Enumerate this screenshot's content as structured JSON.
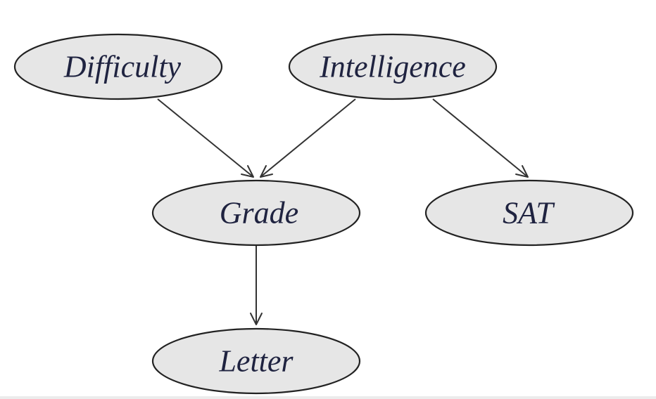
{
  "diagram": {
    "nodes": {
      "difficulty": {
        "label": "Difficulty"
      },
      "intelligence": {
        "label": "Intelligence"
      },
      "grade": {
        "label": "Grade"
      },
      "sat": {
        "label": "SAT"
      },
      "letter": {
        "label": "Letter"
      }
    },
    "edges": [
      {
        "from": "Difficulty",
        "to": "Grade"
      },
      {
        "from": "Intelligence",
        "to": "Grade"
      },
      {
        "from": "Intelligence",
        "to": "SAT"
      },
      {
        "from": "Grade",
        "to": "Letter"
      }
    ],
    "colors": {
      "node_fill": "#e6e6e6",
      "node_stroke": "#222222",
      "label": "#1f2340",
      "edge": "#333333"
    }
  }
}
